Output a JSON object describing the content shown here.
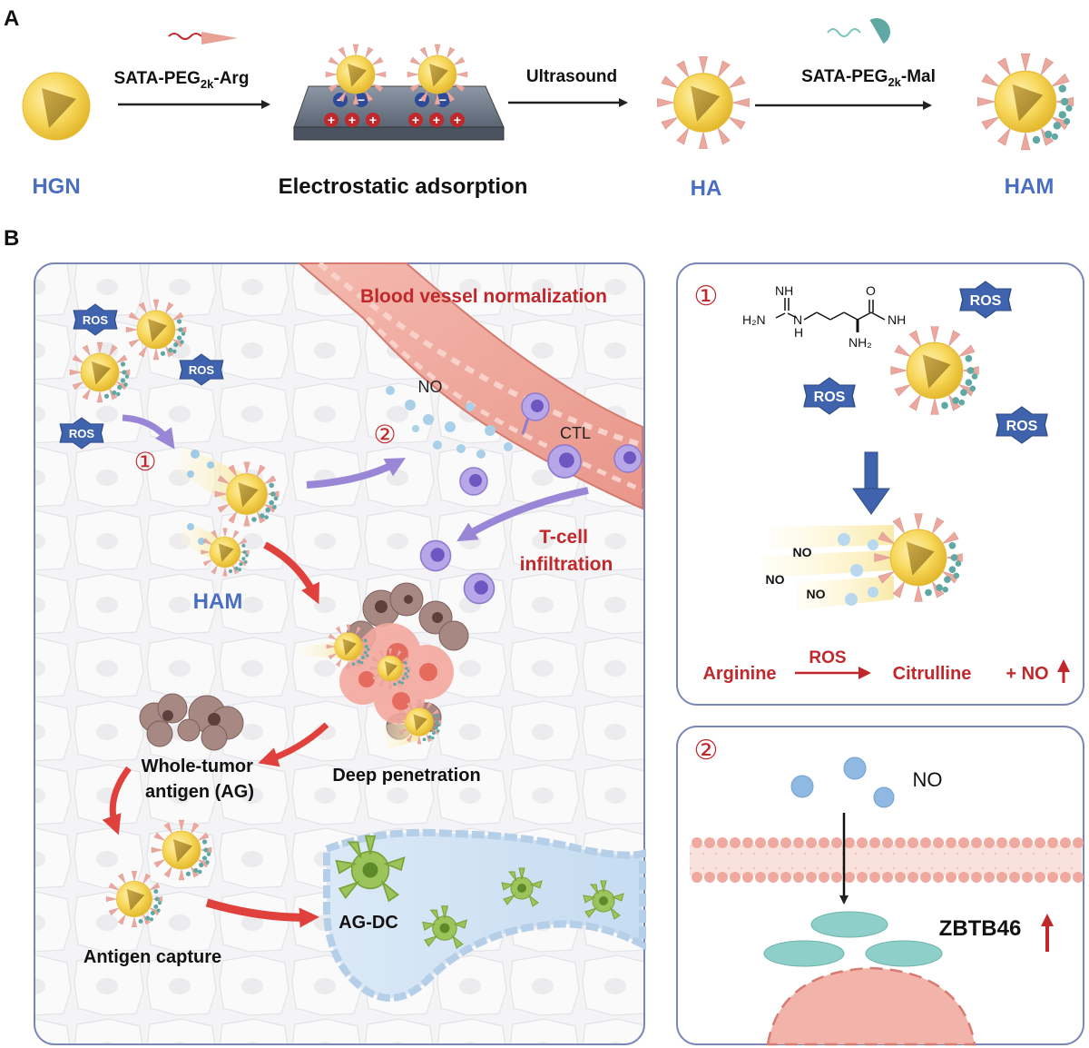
{
  "panel_a": {
    "letter": "A",
    "step1_reagent": "SATA-PEG",
    "step1_sub": "2k",
    "step1_tail": "-Arg",
    "step2_label": "Ultrasound",
    "step3_reagent": "SATA-PEG",
    "step3_sub": "2k",
    "step3_tail": "-Mal",
    "hgn_label": "HGN",
    "adsorption_label": "Electrostatic adsorption",
    "ha_label": "HA",
    "ham_label": "HAM",
    "minus_sign": "−",
    "plus_sign": "+"
  },
  "panel_b": {
    "letter": "B",
    "vessel_title": "Blood vessel normalization",
    "ros": "ROS",
    "step1_marker": "①",
    "step2_marker": "②",
    "no_label": "NO",
    "ctl_label": "CTL",
    "tcell_line1": "T-cell",
    "tcell_line2": "infiltration",
    "ham_label": "HAM",
    "whole_tumor_line1": "Whole-tumor",
    "whole_tumor_line2": "antigen (AG)",
    "deep_penetration": "Deep penetration",
    "antigen_capture": "Antigen capture",
    "ag_dc": "AG-DC"
  },
  "inset1": {
    "marker": "①",
    "struct_nh": "NH",
    "struct_h2n": "H₂N",
    "struct_n_h": "N",
    "struct_h": "H",
    "struct_o": "O",
    "struct_nh_right": "NH",
    "struct_nh2": "NH₂",
    "ros": "ROS",
    "no": "NO",
    "arginine": "Arginine",
    "arrow_ros": "ROS",
    "citrulline": "Citrulline",
    "plus_no": "+ NO"
  },
  "inset2": {
    "marker": "②",
    "no": "NO",
    "zbtb46": "ZBTB46"
  },
  "colors": {
    "blue_label": "#4a6fc2",
    "red_label": "#c0282b",
    "frame": "#7b86b8",
    "ros_fill": "#3f63ad",
    "gold": "#f3cf4a",
    "teal": "#5fa8a3",
    "spike": "#e8a49b"
  }
}
